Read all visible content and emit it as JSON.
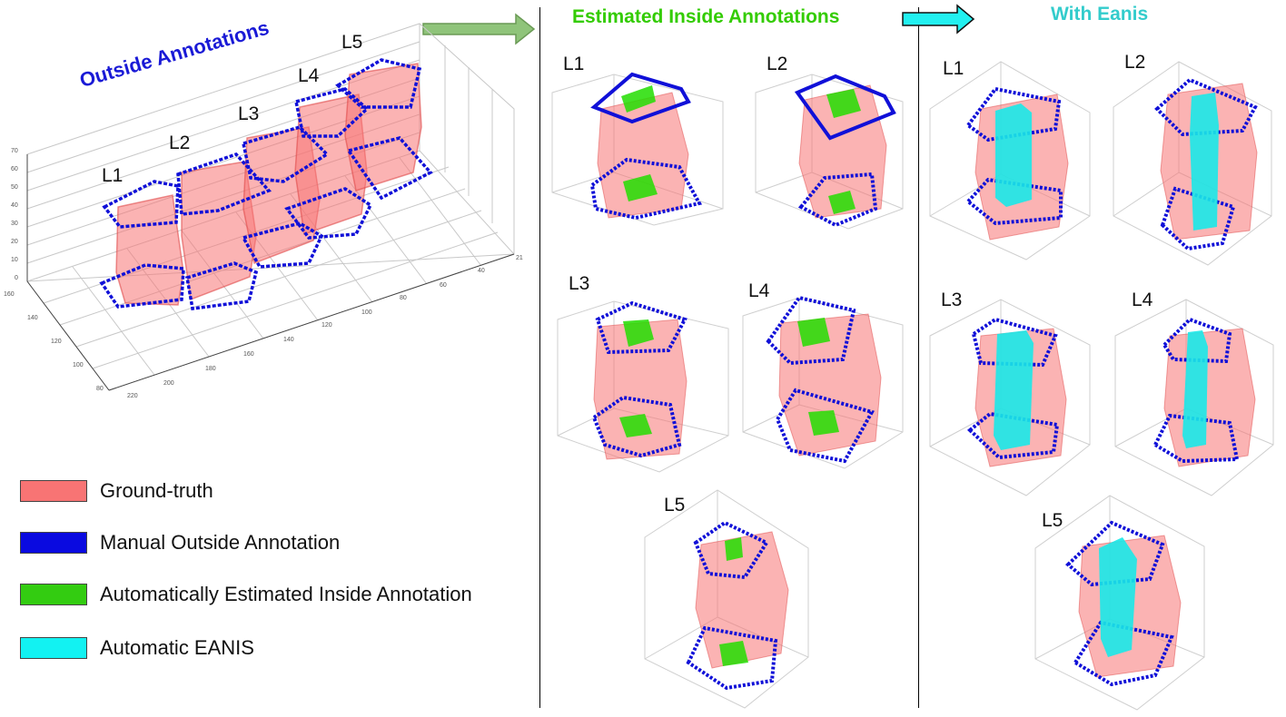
{
  "left_panel": {
    "title": "Outside Annotations",
    "levels": [
      "L1",
      "L2",
      "L3",
      "L4",
      "L5"
    ],
    "z_ticks": [
      "70",
      "60",
      "50",
      "40",
      "30",
      "20",
      "10",
      "0"
    ],
    "x_ticks": [
      "160",
      "140",
      "120",
      "100",
      "80"
    ],
    "y_ticks": [
      "220",
      "200",
      "180",
      "160",
      "140",
      "120",
      "100",
      "80",
      "60",
      "40",
      "21"
    ]
  },
  "middle_panel": {
    "title": "Estimated Inside Annotations",
    "levels": [
      "L1",
      "L2",
      "L3",
      "L4",
      "L5"
    ]
  },
  "right_panel": {
    "title": "With Eanis",
    "levels": [
      "L1",
      "L2",
      "L3",
      "L4",
      "L5"
    ]
  },
  "legend": [
    {
      "label": "Ground-truth",
      "color": "#f87474"
    },
    {
      "label": "Manual Outside Annotation",
      "color": "#0a0ae0"
    },
    {
      "label": "Automatically Estimated Inside Annotation",
      "color": "#33cc11"
    },
    {
      "label": "Automatic EANIS",
      "color": "#12f2f2"
    }
  ],
  "colors": {
    "ground_truth": "#f87474",
    "outside": "#1010d8",
    "inside": "#22dd00",
    "eanis": "#19e8e8",
    "arrow_green": "#8fc47a",
    "arrow_cyan": "#22f0f0",
    "title_green": "#33cc00",
    "title_cyan": "#33cccc"
  }
}
